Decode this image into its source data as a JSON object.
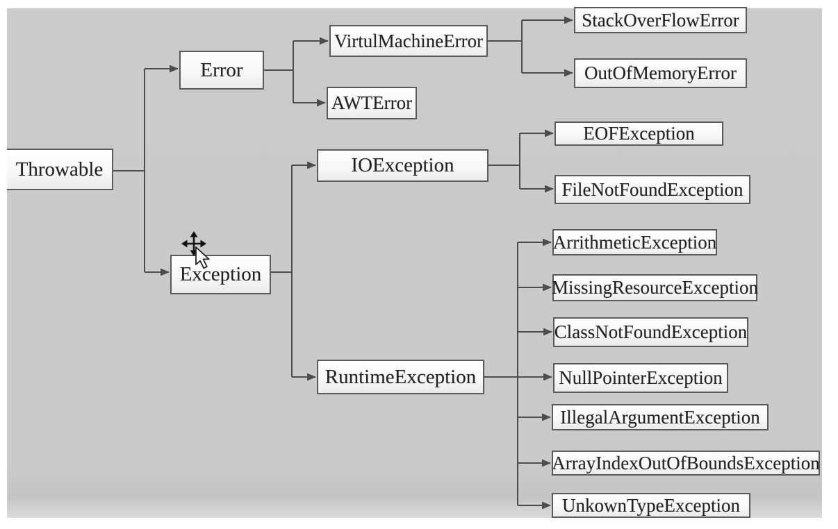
{
  "colors": {
    "page_bg": "#ffffff",
    "diagram_bg": "#cacaca",
    "node_fill": "#fbfbfb",
    "node_border": "#5a5a5a",
    "line": "#4d4d4d",
    "text": "#222222"
  },
  "diagram": {
    "nodes": {
      "throwable": {
        "label": "Throwable"
      },
      "error": {
        "label": "Error"
      },
      "exception": {
        "label": "Exception"
      },
      "virtul_machine_error": {
        "label": "VirtulMachineError"
      },
      "awt_error": {
        "label": "AWTError"
      },
      "stack_overflow_error": {
        "label": "StackOverFlowError"
      },
      "out_of_memory_error": {
        "label": "OutOfMemoryError"
      },
      "io_exception": {
        "label": "IOException"
      },
      "eof_exception": {
        "label": "EOFException"
      },
      "file_not_found_exception": {
        "label": "FileNotFoundException"
      },
      "runtime_exception": {
        "label": "RuntimeException"
      },
      "arrithmetic_exception": {
        "label": "ArrithmeticException"
      },
      "missing_resource_exception": {
        "label": "MissingResourceException"
      },
      "class_not_found_exception": {
        "label": "ClassNotFoundException"
      },
      "null_pointer_exception": {
        "label": "NullPointerException"
      },
      "illegal_argument_exception": {
        "label": "IllegalArgumentException"
      },
      "array_index_out_of_bounds_exception": {
        "label": "ArrayIndexOutOfBoundsException"
      },
      "unkown_type_exception": {
        "label": "UnkownTypeException"
      }
    },
    "edges": [
      {
        "from": "Throwable",
        "to": "Error"
      },
      {
        "from": "Throwable",
        "to": "Exception"
      },
      {
        "from": "Error",
        "to": "VirtulMachineError"
      },
      {
        "from": "Error",
        "to": "AWTError"
      },
      {
        "from": "VirtulMachineError",
        "to": "StackOverFlowError"
      },
      {
        "from": "VirtulMachineError",
        "to": "OutOfMemoryError"
      },
      {
        "from": "Exception",
        "to": "IOException"
      },
      {
        "from": "Exception",
        "to": "RuntimeException"
      },
      {
        "from": "IOException",
        "to": "EOFException"
      },
      {
        "from": "IOException",
        "to": "FileNotFoundException"
      },
      {
        "from": "RuntimeException",
        "to": "ArrithmeticException"
      },
      {
        "from": "RuntimeException",
        "to": "MissingResourceException"
      },
      {
        "from": "RuntimeException",
        "to": "ClassNotFoundException"
      },
      {
        "from": "RuntimeException",
        "to": "NullPointerException"
      },
      {
        "from": "RuntimeException",
        "to": "IllegalArgumentException"
      },
      {
        "from": "RuntimeException",
        "to": "ArrayIndexOutOfBoundsException"
      },
      {
        "from": "RuntimeException",
        "to": "UnkownTypeException"
      }
    ],
    "cursor": {
      "icons": [
        "move-cursor-icon",
        "arrow-pointer-icon"
      ],
      "position_hint": "over Exception node"
    }
  }
}
